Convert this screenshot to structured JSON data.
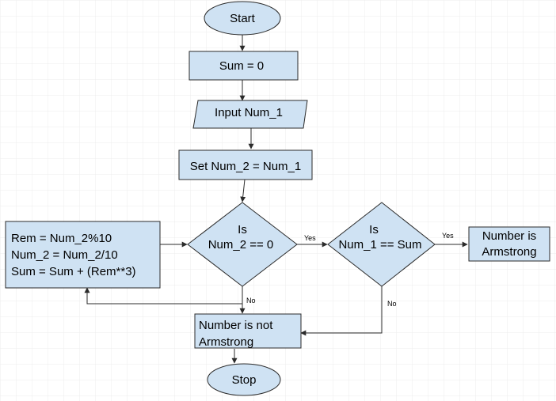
{
  "nodes": {
    "start": "Start",
    "sum_init": "Sum = 0",
    "input": "Input Num_1",
    "set_num2": "Set Num_2 = Num_1",
    "check_zero": [
      "Is",
      "Num_2 == 0"
    ],
    "check_sum": [
      "Is",
      "Num_1 == Sum"
    ],
    "loop_body": [
      "Rem = Num_2%10",
      "Num_2 = Num_2/10",
      "Sum = Sum + (Rem**3)"
    ],
    "is_armstrong": [
      "Number is",
      "Armstrong"
    ],
    "not_armstrong": [
      "Number is not",
      "Armstrong"
    ],
    "stop": "Stop"
  },
  "edge_labels": {
    "zero_yes": "Yes",
    "sum_yes": "Yes",
    "zero_no": "No",
    "sum_no": "No"
  },
  "colors": {
    "node_fill": "#cfe2f3",
    "node_stroke": "#2b2b2b",
    "edge": "#2b2b2b",
    "grid": "#e9e9e9"
  }
}
